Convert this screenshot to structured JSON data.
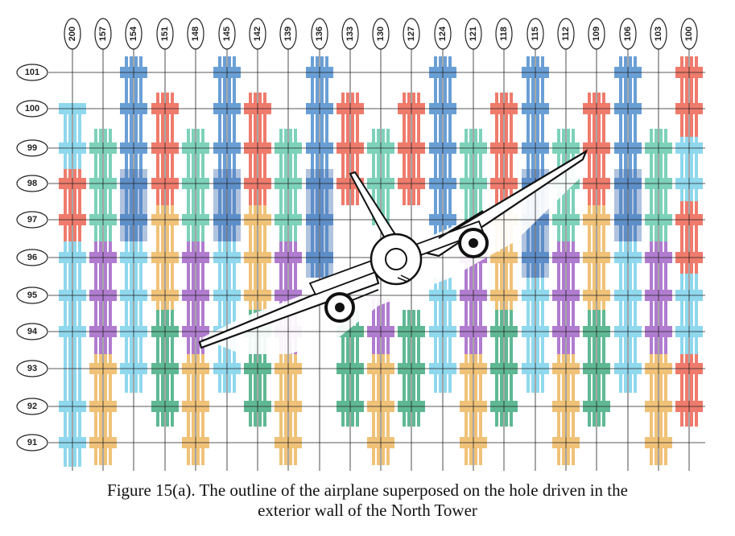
{
  "column_labels": [
    "200",
    "157",
    "154",
    "151",
    "148",
    "145",
    "142",
    "139",
    "136",
    "133",
    "130",
    "127",
    "124",
    "121",
    "118",
    "115",
    "112",
    "109",
    "106",
    "103",
    "100"
  ],
  "floor_labels": [
    "101",
    "100",
    "99",
    "98",
    "97",
    "96",
    "95",
    "94",
    "93",
    "92",
    "91"
  ],
  "caption": {
    "line1": "Figure 15(a). The outline of the airplane superposed on the hole driven in the",
    "line2": "exterior wall of the North Tower"
  },
  "colors": {
    "blue": "#6a9fd6",
    "dark_blue": "#4f79b8",
    "red": "#ef7b6c",
    "teal": "#7dd2b9",
    "cyan": "#8fd8ee",
    "purple": "#b07ccf",
    "orange": "#f0c278",
    "green": "#5fb894"
  },
  "airplane": {
    "outline_color": "#111111",
    "engines": 2
  }
}
